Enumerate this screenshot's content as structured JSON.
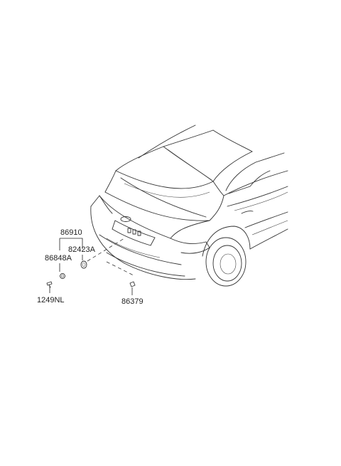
{
  "parts": [
    {
      "id": "86910"
    },
    {
      "id": "86848A"
    },
    {
      "id": "82423A"
    },
    {
      "id": "1249NL"
    },
    {
      "id": "86379"
    }
  ]
}
